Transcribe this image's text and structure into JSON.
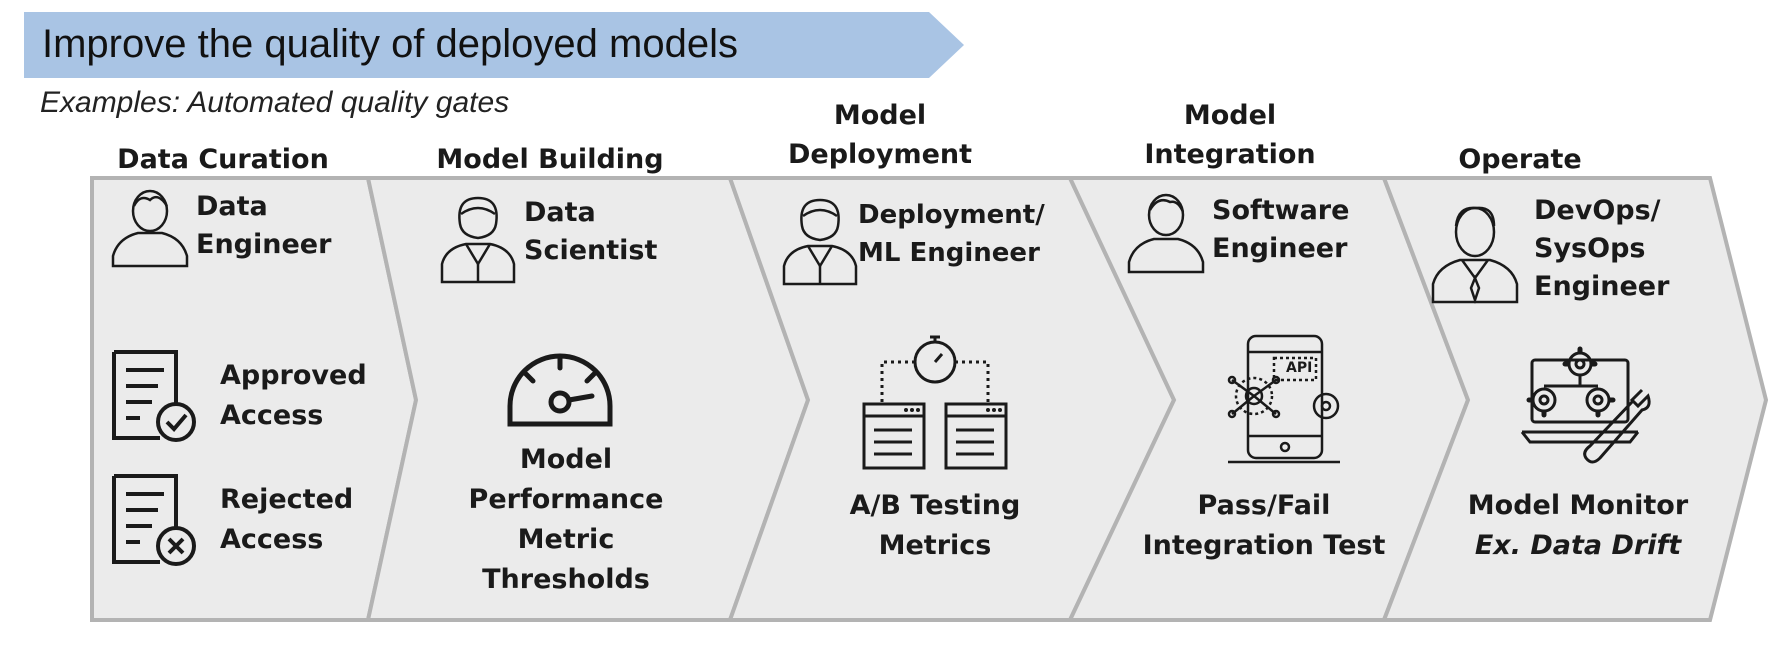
{
  "banner": {
    "title": "Improve the quality of deployed models",
    "color": "#a9c4e4"
  },
  "subtitle": "Examples: Automated quality gates",
  "colors": {
    "chevron_fill": "#ebebeb",
    "chevron_stroke": "#b3b3b3",
    "icon_stroke": "#1a1a1a"
  },
  "stages": [
    {
      "title_lines": [
        "Data  Curation"
      ],
      "role_lines": [
        "Data",
        "Engineer"
      ],
      "role_icon": "data-engineer-person-icon",
      "gates": [
        {
          "icon": "approved-document-icon",
          "label_lines": [
            "Approved",
            "Access"
          ]
        },
        {
          "icon": "rejected-document-icon",
          "label_lines": [
            "Rejected",
            "Access"
          ]
        }
      ]
    },
    {
      "title_lines": [
        "Model Building"
      ],
      "role_lines": [
        "Data",
        "Scientist"
      ],
      "role_icon": "data-scientist-person-icon",
      "gates": [
        {
          "icon": "speedometer-gauge-icon",
          "label_lines": [
            "Model",
            "Performance",
            "Metric",
            "Thresholds"
          ]
        }
      ]
    },
    {
      "title_lines": [
        "Model",
        "Deployment"
      ],
      "role_lines": [
        "Deployment/",
        "ML Engineer"
      ],
      "role_icon": "ml-engineer-person-icon",
      "gates": [
        {
          "icon": "ab-testing-stopwatch-icon",
          "label_lines": [
            "A/B Testing",
            "Metrics"
          ]
        }
      ]
    },
    {
      "title_lines": [
        "Model",
        "Integration"
      ],
      "role_lines": [
        "Software",
        "Engineer"
      ],
      "role_icon": "software-engineer-person-icon",
      "gates": [
        {
          "icon": "api-phone-icon",
          "icon_text": "API",
          "label_lines": [
            "Pass/Fail",
            "Integration Test"
          ]
        }
      ]
    },
    {
      "title_lines": [
        "Operate"
      ],
      "role_lines": [
        "DevOps/",
        "SysOps",
        "Engineer"
      ],
      "role_icon": "devops-engineer-person-icon",
      "gates": [
        {
          "icon": "monitor-gears-wrench-icon",
          "label_lines": [
            "Model Monitor"
          ],
          "label_italic": "Ex. Data Drift"
        }
      ]
    }
  ]
}
